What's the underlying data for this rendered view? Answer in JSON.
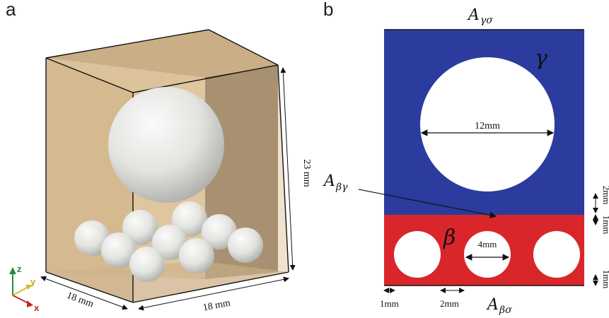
{
  "panel_a": {
    "label": "a",
    "dim_height": "23 mm",
    "dim_depth": "18 mm",
    "dim_width": "18 mm",
    "axes": {
      "z": "z",
      "y": "y",
      "x": "x"
    }
  },
  "panel_b": {
    "label": "b",
    "top_symbol": "A",
    "top_sub": "γσ",
    "bottom_symbol": "A",
    "bottom_sub": "βσ",
    "interface_symbol": "A",
    "interface_sub": "βγ",
    "gamma": "γ",
    "beta": "β",
    "large_diameter": "12mm",
    "small_diameter": "4mm",
    "gap_1mm_left": "1mm",
    "gap_2mm_bottom": "2mm",
    "right_1mm_top": "1mm",
    "right_2mm_top": "2mm",
    "right_1mm_bottom": "1mm"
  },
  "colors": {
    "gamma_blue": "#2b3c9e",
    "beta_red": "#d9262b",
    "box_tan": "#d9bf97",
    "box_back": "#6e5a40",
    "sphere": "#e6e6e4"
  }
}
